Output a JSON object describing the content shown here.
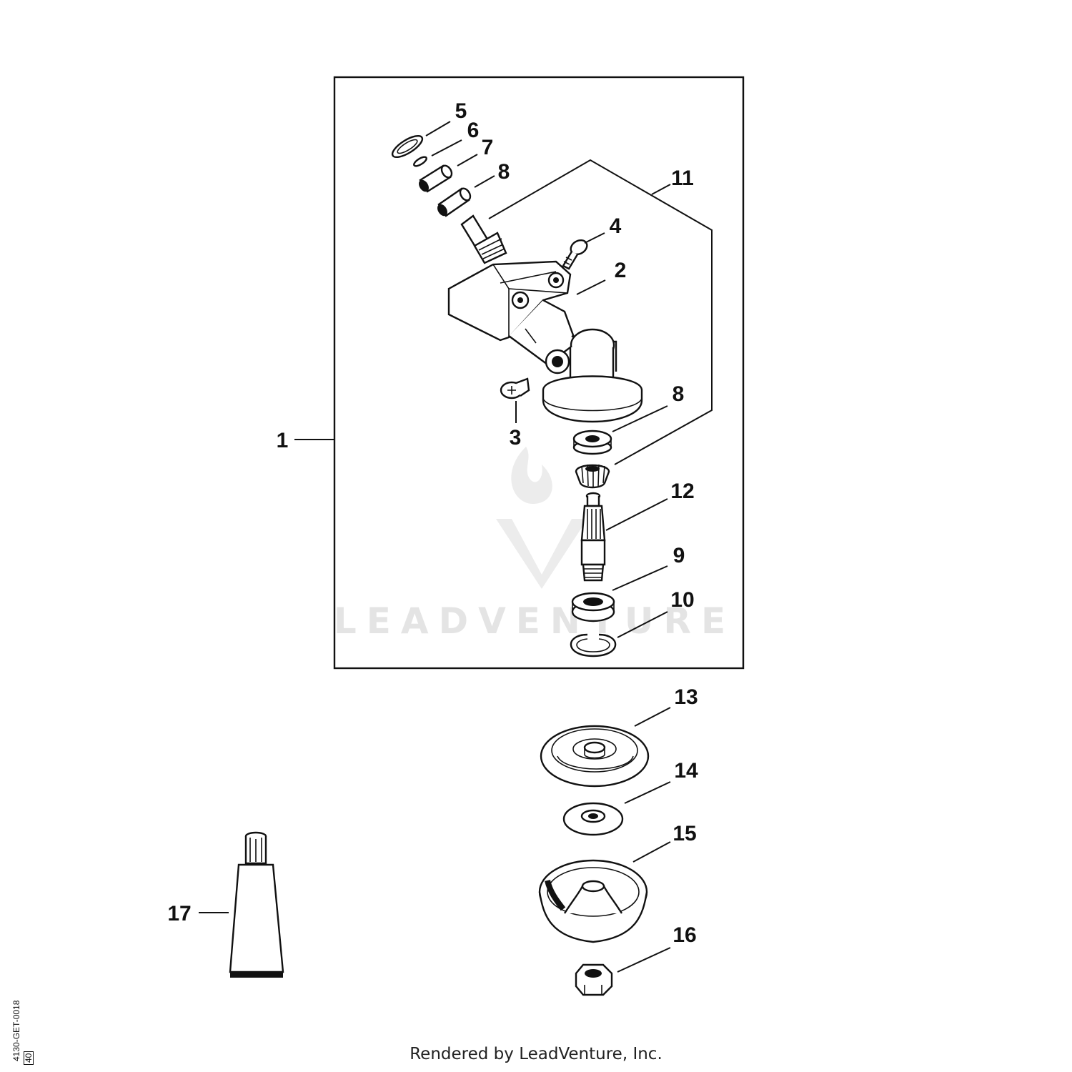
{
  "callouts": {
    "c1": "1",
    "c2": "2",
    "c3": "3",
    "c4": "4",
    "c5": "5",
    "c6": "6",
    "c7": "7",
    "c8a": "8",
    "c8b": "8",
    "c9": "9",
    "c10": "10",
    "c11": "11",
    "c12": "12",
    "c13": "13",
    "c14": "14",
    "c15": "15",
    "c16": "16",
    "c17": "17"
  },
  "watermark": "LEADVENTURE",
  "footer": "Rendered by LeadVenture, Inc.",
  "drawing_code": {
    "main": "4130-GET-0018",
    "box": "40"
  },
  "colors": {
    "ink": "#111111",
    "watermark": "#e4e4e4",
    "background": "#ffffff"
  }
}
